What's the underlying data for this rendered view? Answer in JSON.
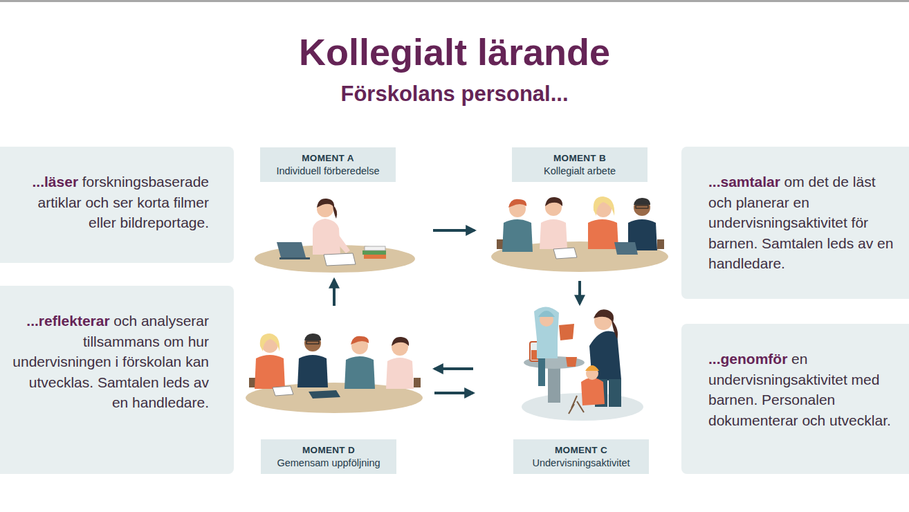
{
  "diagram": {
    "title": "Kollegialt lärande",
    "nodes": [
      {
        "text": [
          "...läser",
          "forskningsbaserade artiklar och ser korta filmer eller bildreportage."
        ]
      },
      {
        "text": [
          "MOMENT A",
          "Individuell förberedelse"
        ]
      },
      {
        "text": [
          "MOMENT B",
          "Kollegialt arbete"
        ]
      },
      {
        "text": [
          "...samtalar",
          "om det de läst och planerar en undervisningsaktivitet för barnen. Samtalen leds av en handledare."
        ]
      },
      {
        "text": [
          "...reflekterar",
          "och analyserar tillsammans om hur undervisningen i förskolan kan utvecklas. Samtalen leds av en handledare."
        ]
      },
      {
        "text": [
          "MOMENT D",
          "Gemensam uppföljning"
        ]
      },
      {
        "text": [
          "MOMENT C",
          "Undervisningsaktivitet"
        ]
      },
      {
        "text": [
          "...genomför",
          "en undervisningsaktivitet med barnen. Personalen dokumenterar och utvecklar."
        ]
      }
    ],
    "edges": [
      {
        "from": 1,
        "to": 2,
        "arrow": "to"
      },
      {
        "from": 2,
        "to": 6,
        "arrow": "to"
      },
      {
        "from": 6,
        "to": 5,
        "arrow": "to"
      },
      {
        "from": 5,
        "to": 6,
        "arrow": "to"
      },
      {
        "from": 5,
        "to": 1,
        "arrow": "to"
      }
    ],
    "labels": [
      "Förskolans personal..."
    ]
  }
}
